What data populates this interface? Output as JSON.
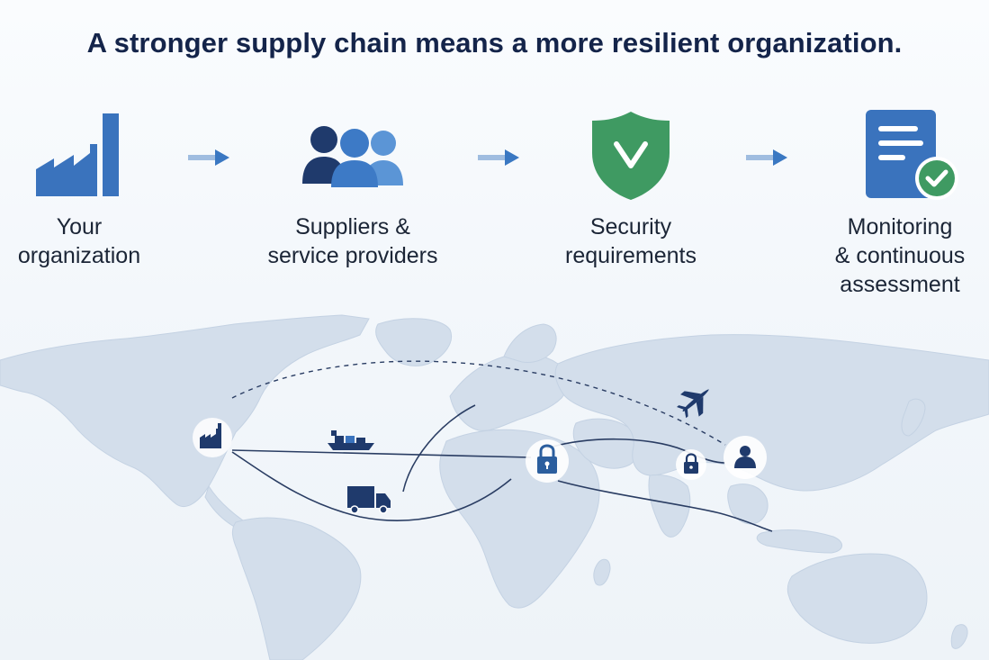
{
  "headline": "A stronger supply chain means a more resilient organization.",
  "steps": [
    {
      "icon": "factory-icon",
      "lines": [
        "Your",
        "organization"
      ]
    },
    {
      "icon": "people-icon",
      "lines": [
        "Suppliers &",
        "service providers"
      ]
    },
    {
      "icon": "shield-check-icon",
      "lines": [
        "Security",
        "requirements"
      ]
    },
    {
      "icon": "document-check-icon",
      "lines": [
        "Monitoring",
        "& continuous",
        "assessment"
      ]
    }
  ],
  "map_icons": [
    "factory-pin-icon",
    "cargo-ship-icon",
    "delivery-truck-icon",
    "lock-pin-icon",
    "small-lock-pin-icon",
    "airplane-icon",
    "user-pin-icon"
  ],
  "colors": {
    "navy": "#1e3a6e",
    "blue": "#3a78c2",
    "light_blue": "#5b95d6",
    "green": "#3f9a62",
    "land": "#d3deeb",
    "ocean": "#eef3f8"
  }
}
